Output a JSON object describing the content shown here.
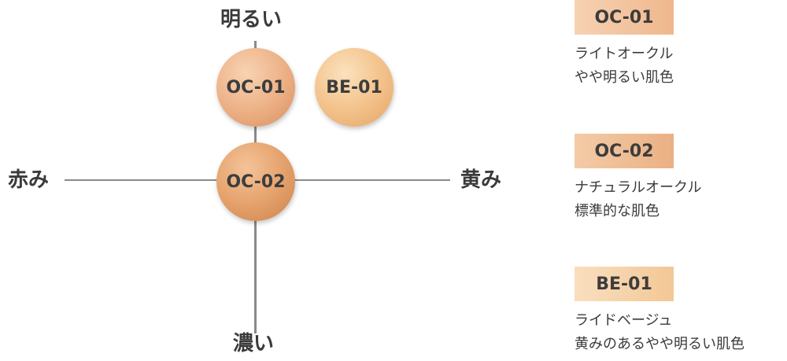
{
  "axes": {
    "top": "明るい",
    "bottom": "濃い",
    "left": "赤み",
    "right": "黄み"
  },
  "swatches": [
    {
      "code": "OC-01",
      "color": "#eeb48a"
    },
    {
      "code": "BE-01",
      "color": "#f4c48e"
    },
    {
      "code": "OC-02",
      "color": "#e6a46f"
    }
  ],
  "legend": [
    {
      "code": "OC-01",
      "line1": "ライトオークル",
      "line2": "やや明るい肌色",
      "color": "#f1bf99"
    },
    {
      "code": "OC-02",
      "line1": "ナチュラルオークル",
      "line2": "標準的な肌色",
      "color": "#efbc93"
    },
    {
      "code": "BE-01",
      "line1": "ライドベージュ",
      "line2": "黄みのあるやや明るい肌色",
      "color": "#f6d3a9"
    }
  ]
}
